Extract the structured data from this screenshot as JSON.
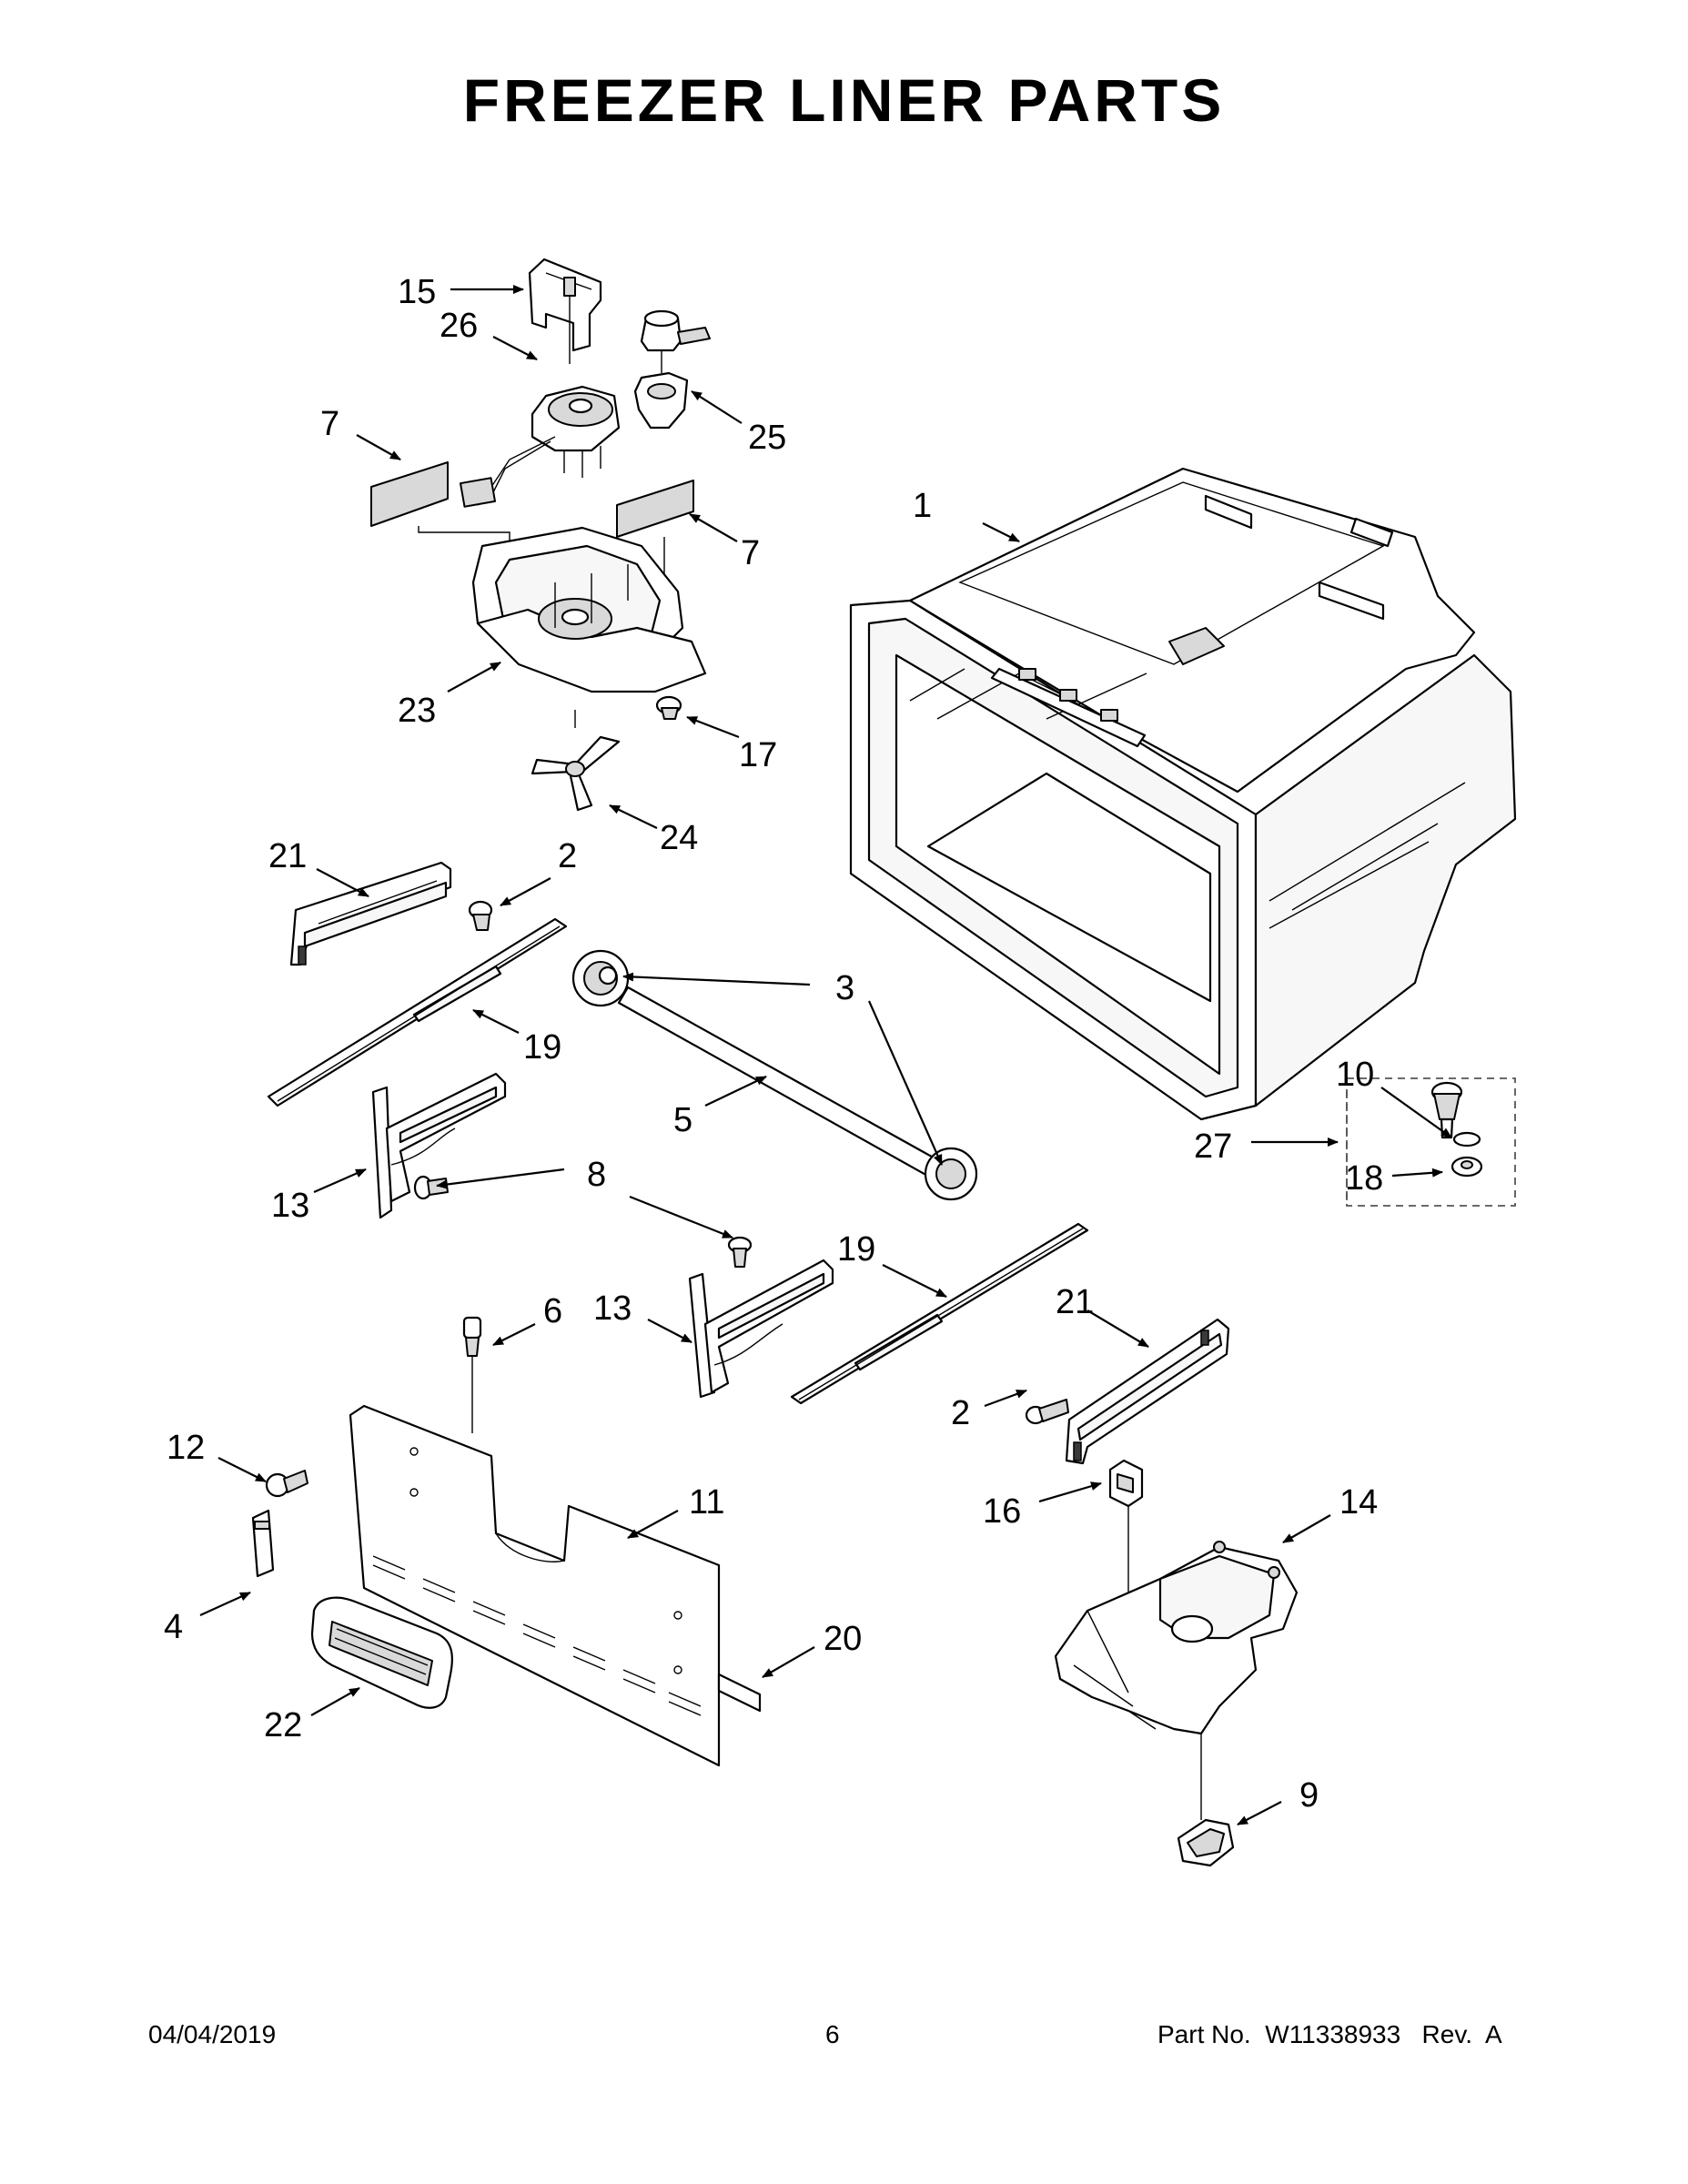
{
  "title": "FREEZER LINER PARTS",
  "callouts": {
    "c1": "1",
    "c2a": "2",
    "c2b": "2",
    "c3": "3",
    "c4": "4",
    "c5": "5",
    "c6": "6",
    "c7a": "7",
    "c7b": "7",
    "c8": "8",
    "c9": "9",
    "c10": "10",
    "c11": "11",
    "c12": "12",
    "c13a": "13",
    "c13b": "13",
    "c14": "14",
    "c15": "15",
    "c16": "16",
    "c17": "17",
    "c18": "18",
    "c19a": "19",
    "c19b": "19",
    "c20": "20",
    "c21a": "21",
    "c21b": "21",
    "c22": "22",
    "c23": "23",
    "c24": "24",
    "c25": "25",
    "c26": "26",
    "c27": "27"
  },
  "footer": {
    "date": "04/04/2019",
    "page": "6",
    "part_no": "Part No.  W11338933   Rev.  A"
  }
}
